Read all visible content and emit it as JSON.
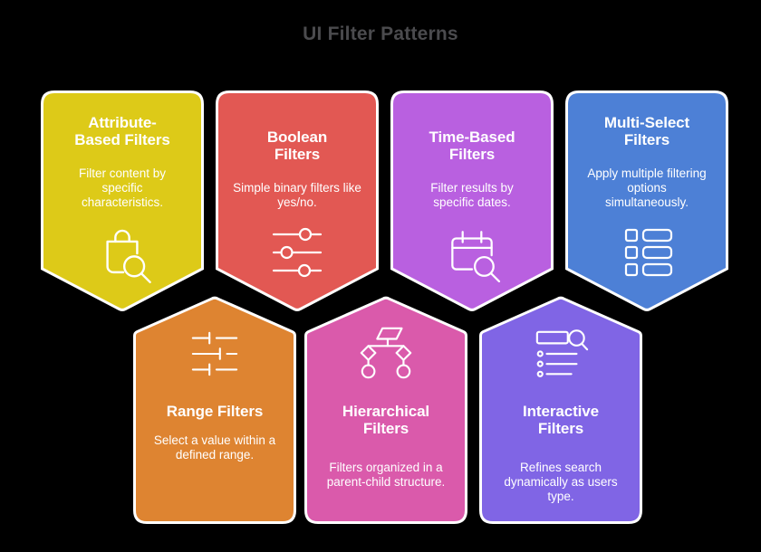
{
  "title": "UI Filter Patterns",
  "style": {
    "background": "#000000",
    "title_color": "#4b4b4e",
    "card_border_color": "#ffffff",
    "card_text_color": "#ffffff"
  },
  "cards": [
    {
      "title": "Attribute-Based Filters",
      "description": "Filter content by specific characteristics.",
      "color": "#ddca18",
      "icon": "shopping-bag-search",
      "row": "top"
    },
    {
      "title": "Boolean Filters",
      "description": "Simple binary filters like yes/no.",
      "color": "#e25853",
      "icon": "toggle-sliders",
      "row": "top"
    },
    {
      "title": "Time-Based Filters",
      "description": "Filter results by specific dates.",
      "color": "#b960e0",
      "icon": "calendar-search",
      "row": "top"
    },
    {
      "title": "Multi-Select Filters",
      "description": "Apply multiple filtering options simultaneously.",
      "color": "#4d80d6",
      "icon": "checklist",
      "row": "top"
    },
    {
      "title": "Range Filters",
      "description": "Select a value within a defined range.",
      "color": "#de8431",
      "icon": "range-sliders",
      "row": "bottom"
    },
    {
      "title": "Hierarchical Filters",
      "description": "Filters organized in a parent-child structure.",
      "color": "#da5aab",
      "icon": "hierarchy-tree",
      "row": "bottom"
    },
    {
      "title": "Interactive Filters",
      "description": "Refines search dynamically as users type.",
      "color": "#8065e5",
      "icon": "search-list",
      "row": "bottom"
    }
  ]
}
